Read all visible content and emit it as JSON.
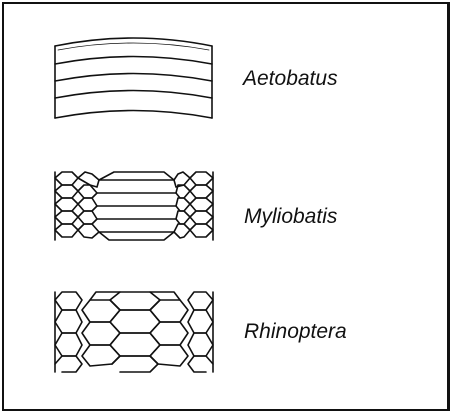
{
  "genera": [
    {
      "name": "Aetobatus",
      "plate_pattern": "single row of wide curved plates"
    },
    {
      "name": "Myliobatis",
      "plate_pattern": "wide central plates flanked by small hexagonal lateral plates"
    },
    {
      "name": "Rhinoptera",
      "plate_pattern": "several rows of medium hexagonal plates flanked by small lateral plates"
    }
  ],
  "colors": {
    "ink": "#111111",
    "background": "#ffffff"
  }
}
